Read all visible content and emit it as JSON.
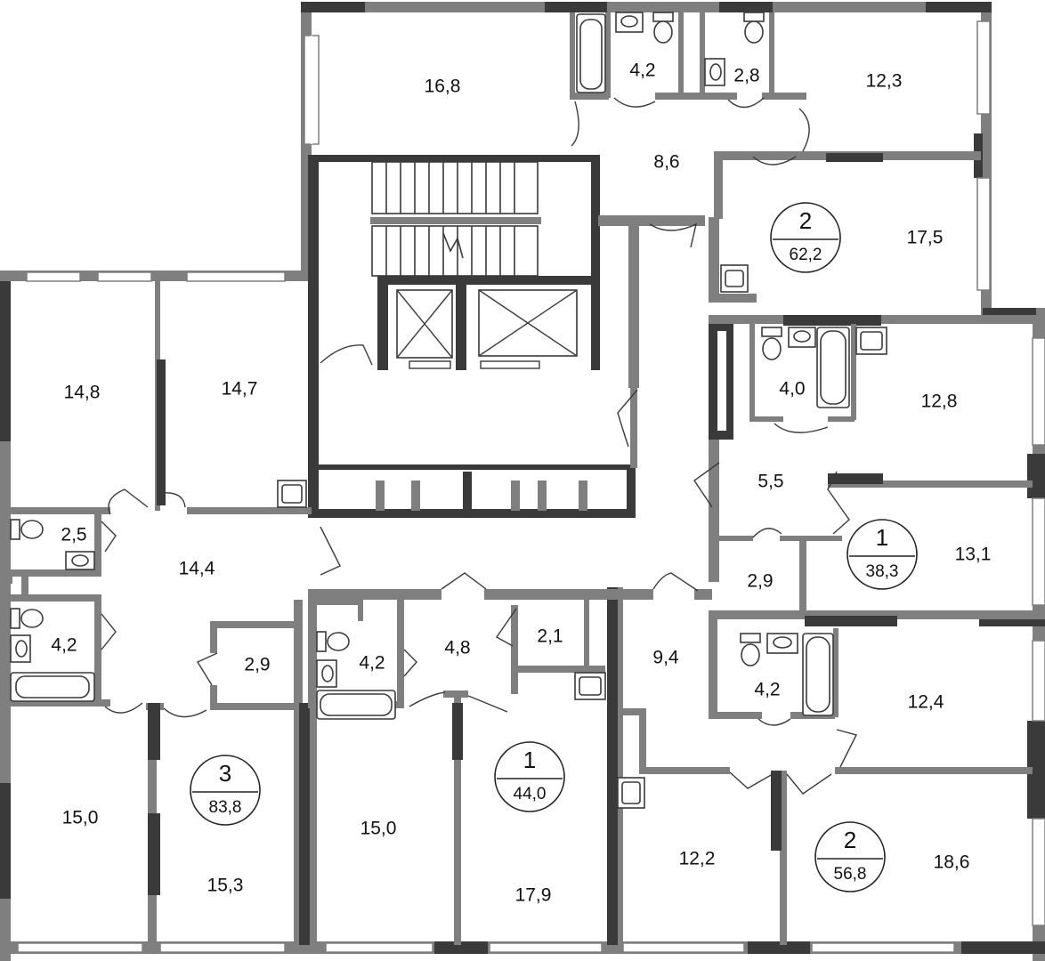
{
  "floorplan": {
    "apartments": [
      {
        "id": "apt-north-2",
        "rooms": "2",
        "area": "62,2"
      },
      {
        "id": "apt-east-1",
        "rooms": "1",
        "area": "38,3"
      },
      {
        "id": "apt-west-3",
        "rooms": "3",
        "area": "83,8"
      },
      {
        "id": "apt-south-1",
        "rooms": "1",
        "area": "44,0"
      },
      {
        "id": "apt-southeast-2",
        "rooms": "2",
        "area": "56,8"
      }
    ],
    "room_areas": [
      "16,8",
      "4,2",
      "2,8",
      "12,3",
      "8,6",
      "17,5",
      "14,8",
      "14,7",
      "2,5",
      "14,4",
      "4,2",
      "2,9",
      "15,0",
      "15,3",
      "4,0",
      "12,8",
      "5,5",
      "2,9",
      "13,1",
      "4,2",
      "4,8",
      "2,1",
      "9,4",
      "15,0",
      "17,9",
      "4,2",
      "12,4",
      "12,2",
      "18,6"
    ]
  }
}
